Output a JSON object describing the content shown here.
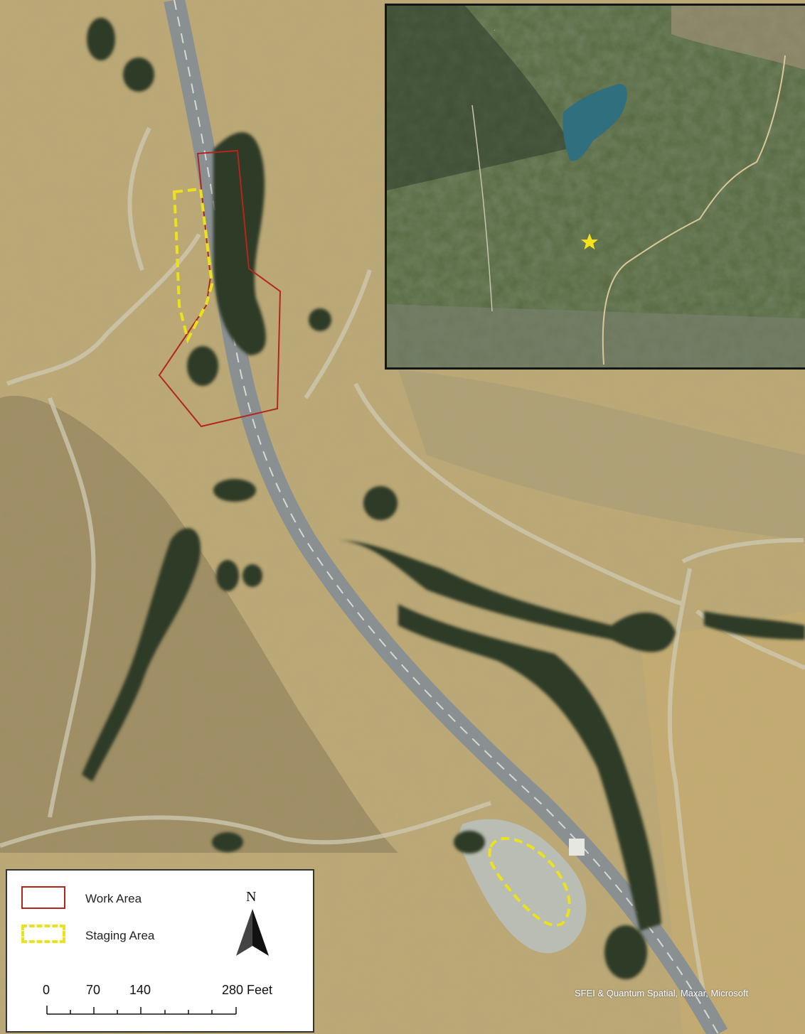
{
  "legend": {
    "work_area_label": "Work Area",
    "staging_area_label": "Staging Area",
    "work_area_color": "#b3261e",
    "staging_area_color": "#ece21c"
  },
  "north_arrow": {
    "label": "N"
  },
  "scale_bar": {
    "ticks": [
      "0",
      "70",
      "140",
      "280 Feet"
    ]
  },
  "attribution": "SFEI & Quantum Spatial, Maxar, Microsoft",
  "inset": {
    "marker_color": "#f4e21a",
    "lake_color": "#2f6f7e"
  },
  "icons": {
    "north": "north-arrow-icon",
    "site": "star-icon"
  }
}
